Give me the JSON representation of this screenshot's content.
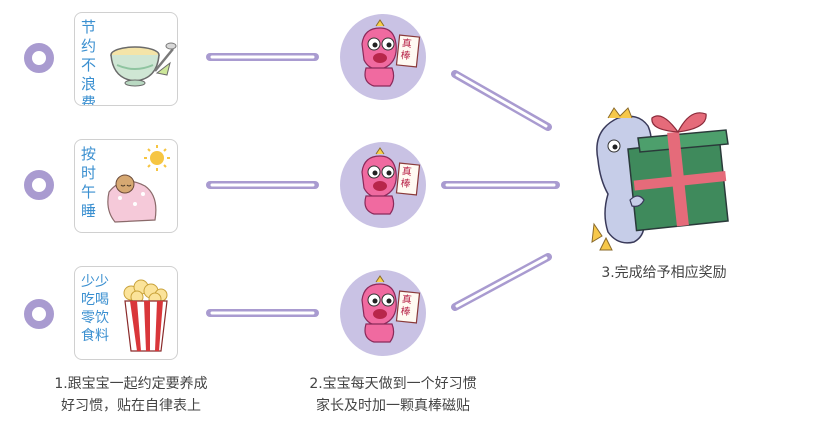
{
  "rows": [
    {
      "card_label": "节约不浪费",
      "picture": "rice-bowl-icon"
    },
    {
      "card_label": "按时午睡",
      "picture": "sleeping-child-icon"
    },
    {
      "card_label": "少少吃喝零饮食料",
      "picture": "popcorn-icon"
    }
  ],
  "sticker": {
    "badge_text": "真棒",
    "picture": "pink-dinosaur-icon"
  },
  "reward": {
    "picture": "dinosaur-with-gift-icon"
  },
  "captions": {
    "step1_line1": "1.跟宝宝一起约定要养成",
    "step1_line2": "好习惯，贴在自律表上",
    "step2_line1": "2.宝宝每天做到一个好习惯",
    "step2_line2": "家长及时加一颗真棒磁贴",
    "step3": "3.完成给予相应奖励"
  },
  "colors": {
    "connector": "#a99bd0",
    "card_text": "#3a8fd0",
    "sticker_bg": "#c9c2e4"
  }
}
